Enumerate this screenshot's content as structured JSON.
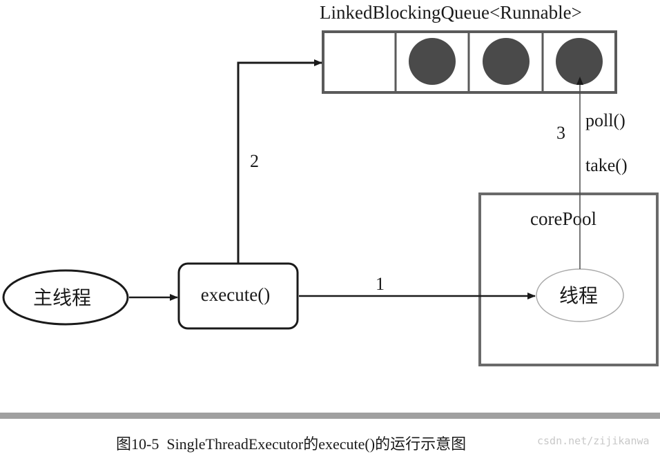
{
  "queue": {
    "title": "LinkedBlockingQueue<Runnable>",
    "slots": [
      "empty",
      "task",
      "task",
      "task"
    ]
  },
  "nodes": {
    "main_thread": "主线程",
    "execute": "execute()",
    "core_pool": "corePool",
    "worker_thread": "线程"
  },
  "edges": {
    "step1": "1",
    "step2": "2",
    "step3": "3",
    "poll": "poll()",
    "take": "take()"
  },
  "caption": {
    "figure": "图10-5",
    "text": "SingleThreadExecutor的execute()的运行示意图"
  },
  "watermark": "csdn.net/zijikanwa",
  "colors": {
    "stroke": "#1a1a1a",
    "box_border": "#5a5a5a",
    "task_fill": "#4a4a4a",
    "divider": "#a0a0a0",
    "thread_ellipse": "#aaaaaa"
  }
}
